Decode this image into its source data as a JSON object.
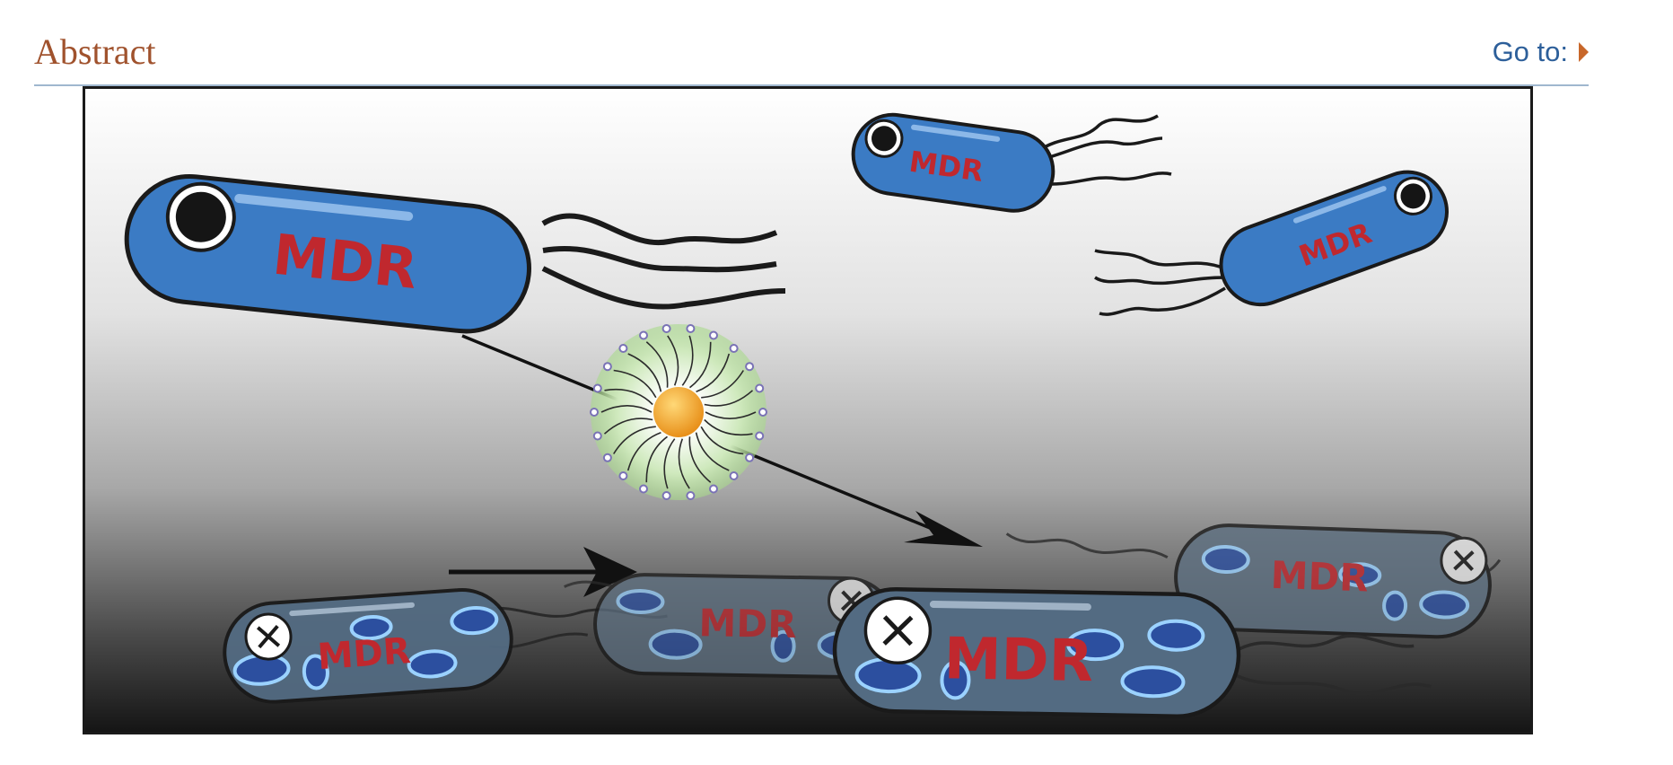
{
  "section": {
    "title": "Abstract",
    "goto_label": "Go to:"
  },
  "figure": {
    "cell_label": "MDR",
    "colors": {
      "cell_blue": "#3b7bc4",
      "dead_cell": "#55697b",
      "label_red": "#c0282e",
      "nanoparticle_core": "#f5a623",
      "shell_green": "#bfe3a8"
    }
  }
}
